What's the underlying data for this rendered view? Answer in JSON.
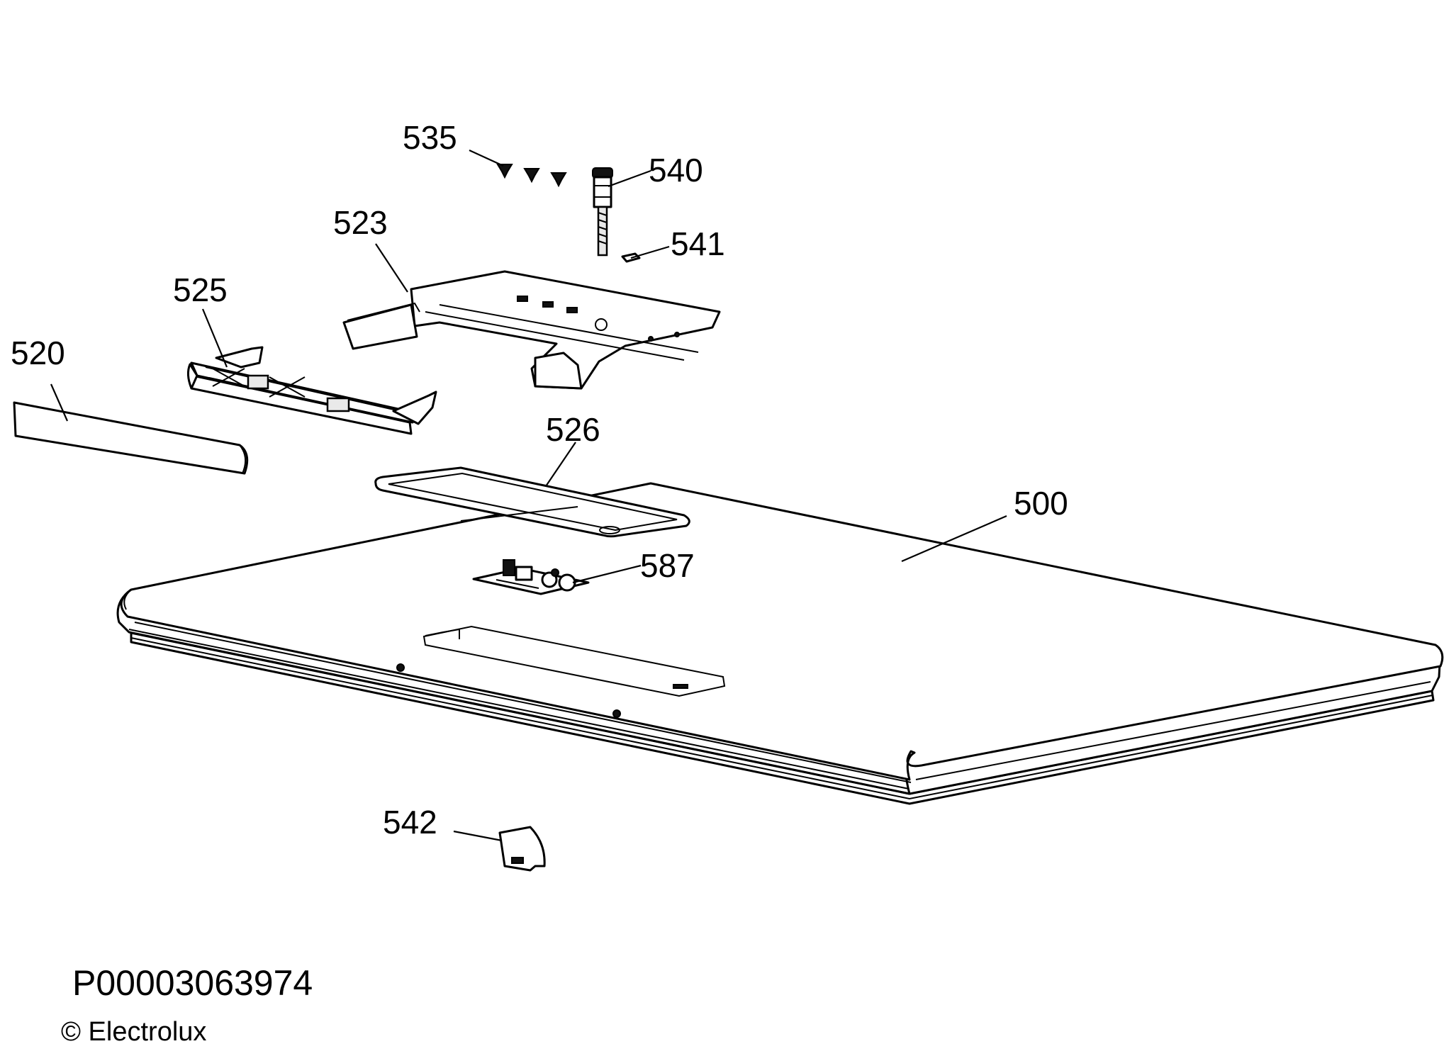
{
  "labels": {
    "p535": "535",
    "p540": "540",
    "p541": "541",
    "p523": "523",
    "p525": "525",
    "p520": "520",
    "p526": "526",
    "p500": "500",
    "p587": "587",
    "p542": "542"
  },
  "footer": {
    "code": "P00003063974",
    "copyright": "© Electrolux"
  }
}
